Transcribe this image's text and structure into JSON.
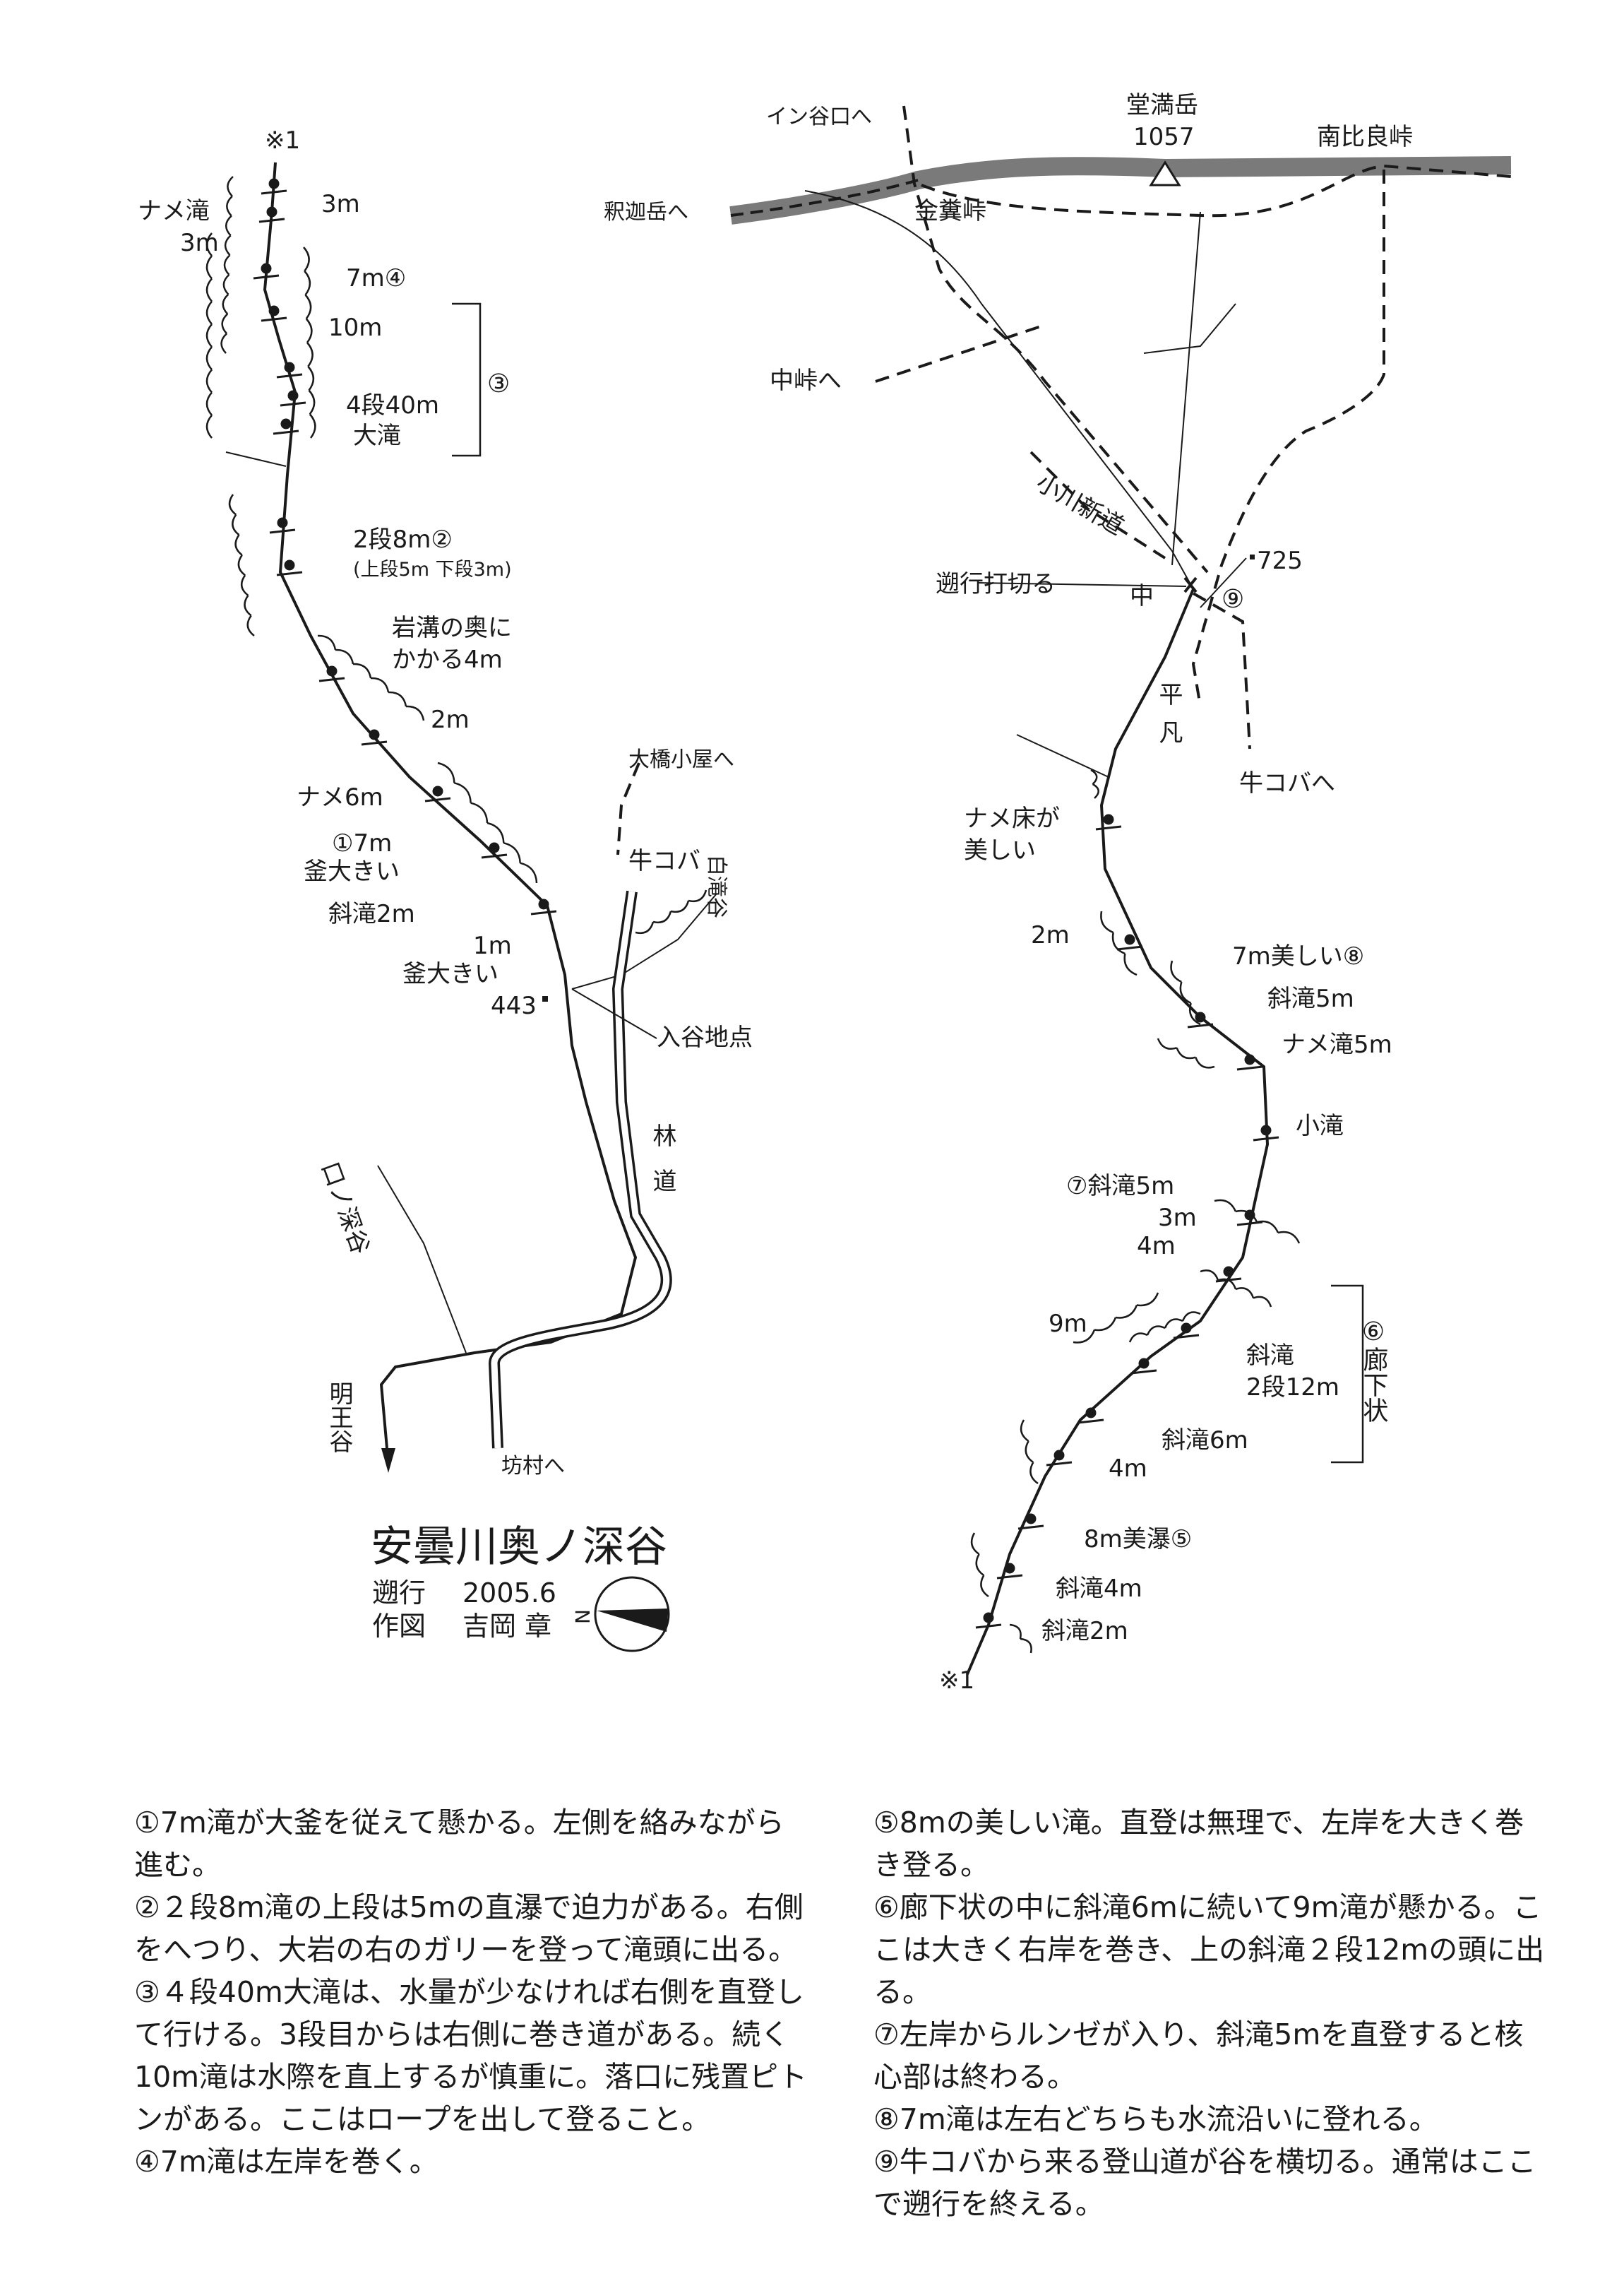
{
  "title": "安曇川奥ノ深谷",
  "meta": {
    "ascent_label": "遡行",
    "ascent_date": "2005.6",
    "drawn_label": "作図",
    "drawn_by": "吉岡 章",
    "north": "N"
  },
  "left_map": {
    "start_mark": "※1",
    "labels": {
      "name_taki": "ナメ滝",
      "w3m_a": "3m",
      "w3m_b": "3m",
      "w7m_4": "7m④",
      "w10m": "10m",
      "group3": "③",
      "w40m": "4段40m",
      "otaki": "大滝",
      "w8m_2": "2段8m②",
      "w8m_detail": "(上段5m 下段3m)",
      "gankou1": "岩溝の奥に",
      "gankou2": "かかる4m",
      "w2m": "2m",
      "name6m": "ナメ6m",
      "w7m_1": "①7m",
      "kama1": "釜大きい",
      "shatakii2m": "斜滝2m",
      "w1m": "1m",
      "kama2": "釜大きい",
      "elev443": "443",
      "ohashi": "大橋小屋へ",
      "ushikoba": "牛コバ",
      "shiratakidani": "白滝谷",
      "iritani": "入谷地点",
      "rindo": "林道",
      "kuchinofukatani": "口ノ深谷",
      "myoodani": "明王谷",
      "bomura": "坊村へ"
    }
  },
  "right_map": {
    "end_mark": "※1",
    "labels": {
      "intaniguchi": "イン谷口へ",
      "domangatake": "堂満岳",
      "elev1057": "1057",
      "minamihira": "南比良峠",
      "shakagatake": "釈迦岳へ",
      "kanakuso": "金糞峠",
      "nakatoge": "中峠へ",
      "ogawa": "小川新道",
      "uchikiri": "遡行打切る",
      "naka": "中",
      "elev725": "725",
      "p9": "⑨",
      "heibon": "平凡",
      "ushikoba": "牛コバへ",
      "namedoko1": "ナメ床が",
      "namedoko2": "美しい",
      "w2m": "2m",
      "w7m_8": "7m美しい⑧",
      "shataki5m_a": "斜滝5m",
      "nametaki5m": "ナメ滝5m",
      "kotaki": "小滝",
      "w7_shataki5m": "⑦斜滝5m",
      "w3m": "3m",
      "w4m_a": "4m",
      "w9m": "9m",
      "shataki12a": "斜滝",
      "shataki12b": "2段12m",
      "group6": "⑥廊下状",
      "shataki6m": "斜滝6m",
      "w4m_b": "4m",
      "w8m_5": "8m美瀑⑤",
      "shataki4m": "斜滝4m",
      "shataki2m": "斜滝2m"
    }
  },
  "notes": {
    "left": [
      "①7m滝が大釜を従えて懸かる。左側を絡みながら進む。",
      "②２段8m滝の上段は5mの直瀑で迫力がある。右側をへつり、大岩の右のガリーを登って滝頭に出る。",
      "③４段40m大滝は、水量が少なければ右側を直登して行ける。3段目からは右側に巻き道がある。続く10m滝は水際を直上するが慎重に。落口に残置ピトンがある。ここはロープを出して登ること。",
      "④7m滝は左岸を巻く。"
    ],
    "right": [
      "⑤8mの美しい滝。直登は無理で、左岸を大きく巻き登る。",
      "⑥廊下状の中に斜滝6mに続いて9m滝が懸かる。ここは大きく右岸を巻き、上の斜滝２段12mの頭に出る。",
      "⑦左岸からルンゼが入り、斜滝5mを直登すると核心部は終わる。",
      "⑧7m滝は左右どちらも水流沿いに登れる。",
      "⑨牛コバから来る登山道が谷を横切る。通常はここで遡行を終える。"
    ]
  },
  "colors": {
    "ink": "#1a1a1a",
    "ridge": "#7a7a7a"
  }
}
